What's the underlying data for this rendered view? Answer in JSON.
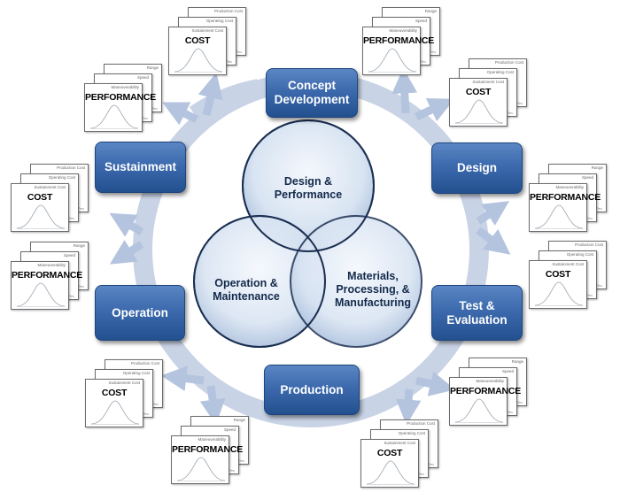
{
  "phases": {
    "concept": "Concept\nDevelopment",
    "design": "Design",
    "test": "Test &\nEvaluation",
    "production": "Production",
    "operation": "Operation",
    "sustainment": "Sustainment"
  },
  "circles": {
    "top": "Design &\nPerformance",
    "left": "Operation &\nMaintenance",
    "right": "Materials,\nProcessing, &\nManufacturing"
  },
  "cost_card": {
    "back_label": "Production Cost",
    "mid_label": "Operating Cost",
    "front_label": "Sustainment Cost",
    "title": "COST"
  },
  "performance_card": {
    "back_label": "Range",
    "mid_label": "Speed",
    "front_label": "Maneuverability",
    "title": "PERFORMANCE"
  },
  "colors": {
    "node_blue": "#3c6aad",
    "ring": "#c9d3e6",
    "arrow": "#b4c4de",
    "circle_fill": "#d7e3f2",
    "circle_stroke": "#1b2f52"
  }
}
